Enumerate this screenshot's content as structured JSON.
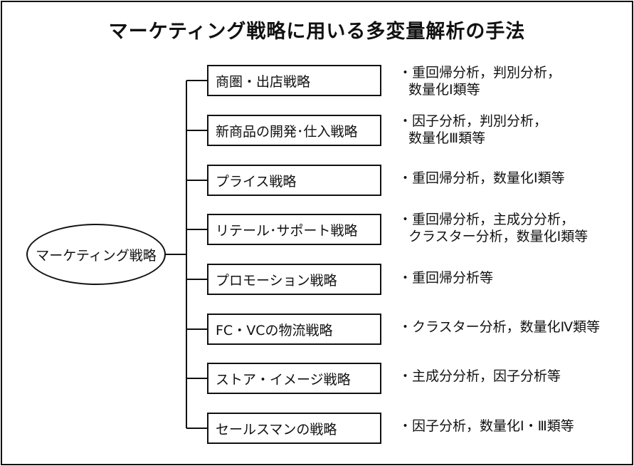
{
  "title": "マーケティング戦略に用いる多変量解析の手法",
  "root": "マーケティング戦略",
  "strategies": [
    {
      "label": "商圏・出店戦略",
      "methods": [
        "・重回帰分析，判別分析，",
        "数量化Ⅰ類等"
      ]
    },
    {
      "label": "新商品の開発･仕入戦略",
      "methods": [
        "・因子分析，判別分析，",
        "数量化Ⅲ類等"
      ]
    },
    {
      "label": "プライス戦略",
      "methods": [
        "・重回帰分析，数量化Ⅰ類等"
      ]
    },
    {
      "label": "リテール･サポート戦略",
      "methods": [
        "・重回帰分析，主成分分析，",
        "クラスター分析，数量化Ⅰ類等"
      ]
    },
    {
      "label": "プロモーション戦略",
      "methods": [
        "・重回帰分析等"
      ]
    },
    {
      "label": "FC・VCの物流戦略",
      "methods": [
        "・クラスター分析，数量化Ⅳ類等"
      ]
    },
    {
      "label": "ストア・イメージ戦略",
      "methods": [
        "・主成分分析，因子分析等"
      ]
    },
    {
      "label": "セールスマンの戦略",
      "methods": [
        "・因子分析，数量化Ⅰ・Ⅲ類等"
      ]
    }
  ]
}
